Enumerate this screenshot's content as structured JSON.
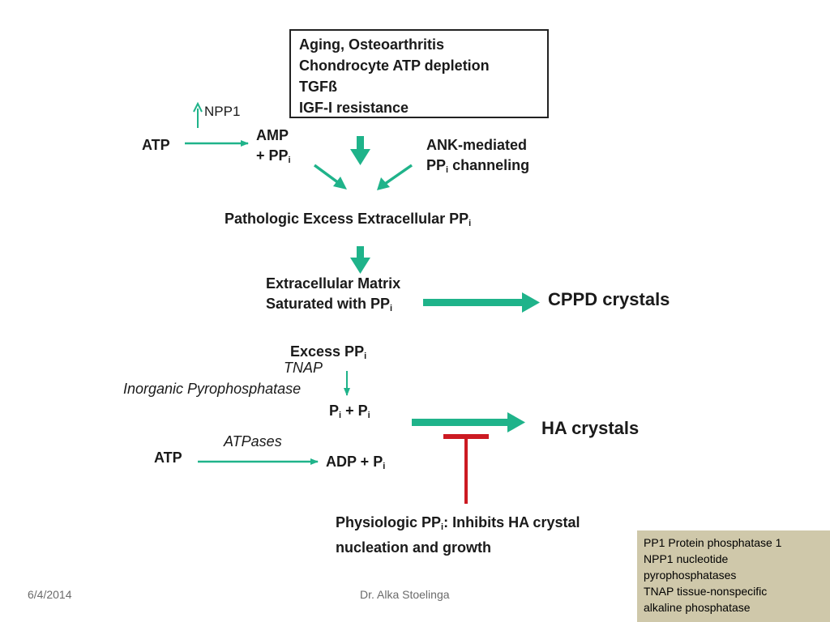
{
  "factors": [
    "Aging, Osteoarthritis",
    "Chondrocyte ATP depletion",
    "TGFß",
    "IGF-I resistance"
  ],
  "npp1_label": "NPP1",
  "atp_top": "ATP",
  "amp_line1": "AMP",
  "amp_line2": "+ PP",
  "sub_i": "i",
  "ank_line1": "ANK-mediated",
  "ank_line2_pre": "PP",
  "ank_line2_post": " channeling",
  "pathologic": "Pathologic Excess Extracellular PP",
  "ecm_line1": "Extracellular Matrix",
  "ecm_line2": "Saturated with PP",
  "cppd": "CPPD crystals",
  "excess_pp": "Excess PP",
  "tnap": "TNAP",
  "inorganic": "Inorganic Pyrophosphatase",
  "pi_pi_a": "P",
  "pi_pi_b": " + P",
  "ha": "HA crystals",
  "atpases": "ATPases",
  "atp_bottom": "ATP",
  "adp_a": "ADP + P",
  "physio_a": "Physiologic PP",
  "physio_b": ": Inhibits HA crystal",
  "physio_line2": "nucleation and growth",
  "legend": [
    "PP1 Protein phosphatase 1",
    "NPP1 nucleotide",
    "pyrophosphatases",
    "TNAP tissue-nonspecific",
    "alkaline phosphatase"
  ],
  "footer_date": "6/4/2014",
  "footer_author": "Dr. Alka Stoelinga",
  "colors": {
    "arrow": "#1fb38a",
    "inhibitor": "#cc1a22",
    "legend_bg": "#cfc8aa"
  }
}
